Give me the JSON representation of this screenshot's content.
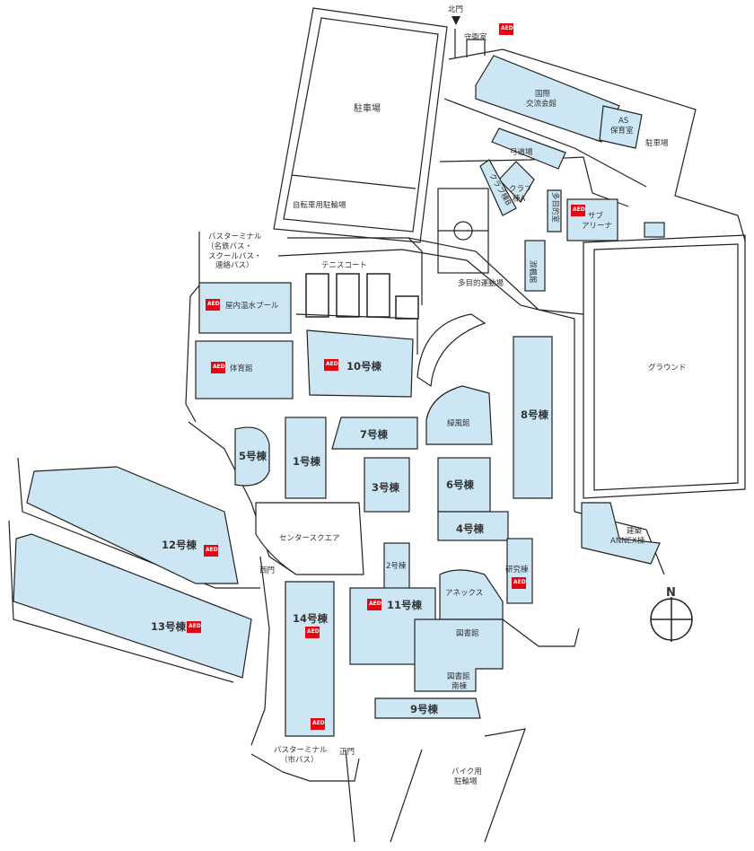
{
  "colors": {
    "building": "#cde6f4",
    "line": "#222222",
    "aed": "#e30613",
    "text": "#333333"
  },
  "gates": {
    "north": "北門",
    "west": "西門",
    "main": "正門"
  },
  "aed_label": "AED",
  "north_symbol": "N",
  "labels": {
    "guard": "守衛室",
    "parking_top": "駐車場",
    "bike_parking": "自転車用駐輪場",
    "intl_line1": "国際",
    "intl_line2": "交流会館",
    "as_line1": "AS",
    "as_line2": "保育室",
    "parking_right": "駐車場",
    "kyudo": "弓道場",
    "club_a_line1": "クラブ",
    "club_a_line2": "棟A",
    "club_b": "クラブ棟B",
    "multi_room": "多目的室",
    "sub_arena_line1": "サブ",
    "sub_arena_line2": "アリーナ",
    "bus_terminal_line1": "バスターミナル",
    "bus_terminal_line2": "（名鉄バス・",
    "bus_terminal_line3": "スクールバス・",
    "bus_terminal_line4": "連絡バス）",
    "tennis": "テニスコート",
    "field": "多目的運動場",
    "ryoshin": "淑楓館",
    "pool": "屋内温水プール",
    "gym": "体育館",
    "b10": "10号棟",
    "ground": "グラウンド",
    "ryokufu": "緑風館",
    "b8": "8号棟",
    "b7": "7号棟",
    "b5": "5号棟",
    "b1": "1号棟",
    "b3": "3号棟",
    "b6": "6号棟",
    "b4": "4号棟",
    "annex_line1": "建築",
    "annex_line2": "ANNEX棟",
    "center_square": "センタースクエア",
    "b12": "12号棟",
    "b2": "2号棟",
    "research": "研究棟",
    "annex": "アネックス",
    "b14": "14号棟",
    "b11": "11号棟",
    "b13": "13号棟",
    "library": "図書館",
    "library_south_line1": "図書館",
    "library_south_line2": "南棟",
    "b9": "9号棟",
    "bus_city_line1": "バスターミナル",
    "bus_city_line2": "（市バス）",
    "bike_line1": "バイク用",
    "bike_line2": "駐輪場"
  }
}
